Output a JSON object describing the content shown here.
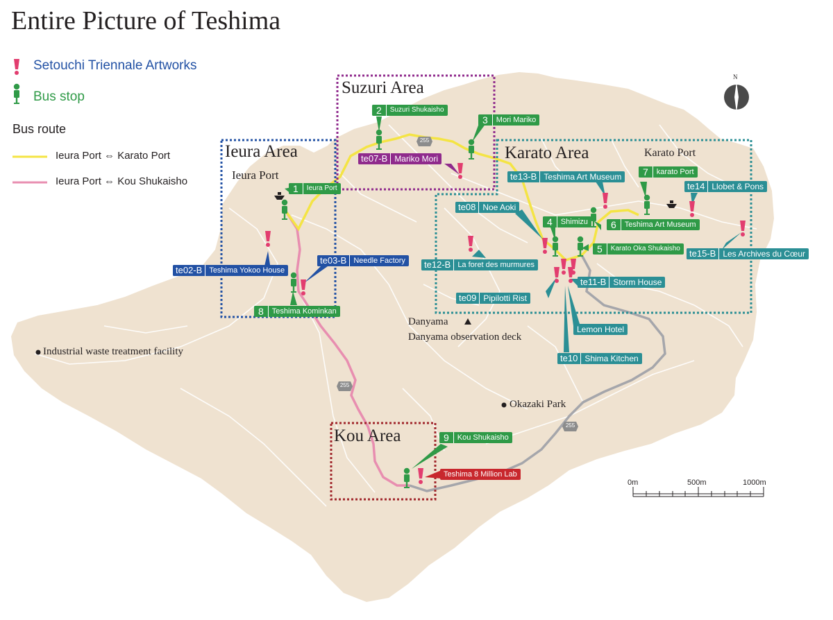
{
  "title": "Entire Picture of Teshima",
  "legend": {
    "artworks": "Setouchi Triennale Artworks",
    "bus_stop": "Bus stop",
    "bus_route": "Bus route",
    "route_yellow": "Ieura Port ⇔ Karato Port",
    "route_pink": "Ieura Port ⇔ Kou Shukaisho"
  },
  "colors": {
    "land": "#efe2d0",
    "road": "#ffffff",
    "yellow_route": "#f4e444",
    "pink_route": "#e88eb0",
    "gray_route": "#a5a6ab",
    "artwork_pin": "#e23d6f",
    "bus_green": "#2f9a47",
    "karato_teal": "#2b8f95",
    "ieura_blue": "#2251a4",
    "suzuri_purple": "#8f2a8c",
    "kou_red": "#c8272d"
  },
  "areas": {
    "suzuri": "Suzuri Area",
    "ieura": "Ieura Area",
    "karato": "Karato Area",
    "kou": "Kou Area"
  },
  "places": {
    "ieura_port": "Ieura Port",
    "karato_port": "Karato Port",
    "danyama": "Danyama",
    "danyama_deck": "Danyama observation deck",
    "industrial": "Industrial waste treatment facility",
    "okazaki": "Okazaki Park"
  },
  "bus_stops": [
    {
      "num": "1",
      "name": "Ieura Port"
    },
    {
      "num": "2",
      "name": "Suzuri Shukaisho"
    },
    {
      "num": "3",
      "name": "Mori Mariko"
    },
    {
      "num": "4",
      "name": "Shimizu"
    },
    {
      "num": "5",
      "name": "Karato Oka Shukaisho"
    },
    {
      "num": "6",
      "name": "Teshima Art Museum"
    },
    {
      "num": "7",
      "name": "karato Port"
    },
    {
      "num": "8",
      "name": "Teshima Kominkan"
    },
    {
      "num": "9",
      "name": "Kou Shukaisho"
    }
  ],
  "artworks": [
    {
      "code": "te02-B",
      "name": "Teshima Yokoo House"
    },
    {
      "code": "te03-B",
      "name": "Needle Factory"
    },
    {
      "code": "te07-B",
      "name": "Mariko Mori"
    },
    {
      "code": "te08",
      "name": "Noe Aoki"
    },
    {
      "code": "te09",
      "name": "Pipilotti Rist"
    },
    {
      "code": "te10",
      "name": "Shima Kitchen"
    },
    {
      "code": "te11-B",
      "name": "Storm House"
    },
    {
      "code": "te12-B",
      "name": "La foret des murmures"
    },
    {
      "code": "te13-B",
      "name": "Teshima Art Museum"
    },
    {
      "code": "te14",
      "name": "Llobet & Pons"
    },
    {
      "code": "te15-B",
      "name": "Les Archives du Cœur"
    },
    {
      "code": "",
      "name": "Lemon Hotel"
    },
    {
      "code": "",
      "name": "Teshima 8 Million Lab"
    }
  ],
  "road_numbers": {
    "r1": "255",
    "r2": "255",
    "r3": "255"
  },
  "compass": "N",
  "scale": {
    "s0": "0m",
    "s1": "500m",
    "s2": "1000m"
  }
}
